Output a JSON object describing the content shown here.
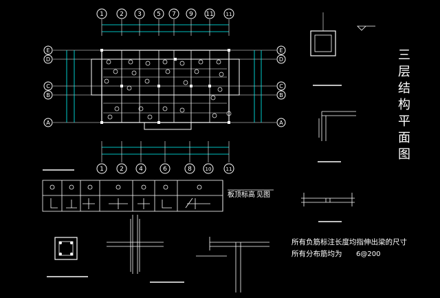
{
  "drawing": {
    "title_chars": [
      "三",
      "层",
      "结",
      "构",
      "平",
      "面",
      "图"
    ],
    "slab_label": "板顶标高",
    "slab_value": "见图",
    "note_line1": "所有负筋标注长度均指伸出梁的尺寸",
    "note_line2_prefix": "所有分布筋均为",
    "note_line2_value": "6@200"
  },
  "grid": {
    "top_numbers": [
      "1",
      "2",
      "3",
      "5",
      "7",
      "9",
      "11"
    ],
    "bottom_numbers": [
      "1",
      "2",
      "4",
      "6",
      "8",
      "10",
      "11"
    ],
    "left_letters": [
      "E",
      "D",
      "C",
      "B",
      "A"
    ],
    "right_letters": [
      "E",
      "D",
      "C",
      "B",
      "A"
    ]
  },
  "colors": {
    "background": "#000000",
    "line": "#ffffff",
    "dim": "#00ffff",
    "text": "#ffffff"
  }
}
